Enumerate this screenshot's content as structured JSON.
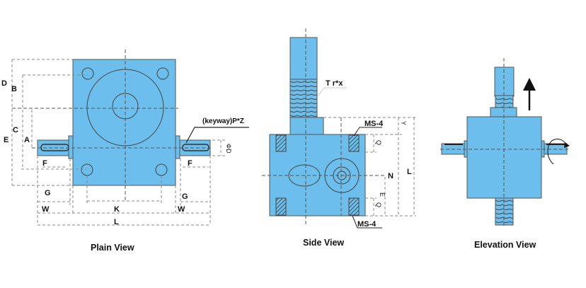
{
  "plain_view": {
    "caption": "Plain View",
    "labels": {
      "D": "D",
      "B": "B",
      "C": "C",
      "E": "E",
      "A": "A",
      "F_left": "F",
      "F_right": "F",
      "G_left": "G",
      "G_right": "G",
      "W_left": "W",
      "W_right": "W",
      "K": "K",
      "L": "L",
      "keyway": "(keyway)P*Z",
      "d_rot": "ΦD"
    }
  },
  "side_view": {
    "caption": "Side View",
    "labels": {
      "thread": "T r*x",
      "ms4_top": "MS-4",
      "ms4_bottom": "MS-4",
      "N": "N",
      "L": "L",
      "Y": "Y",
      "Q_top": "Q",
      "Q_bottom": "Q",
      "E": "E"
    }
  },
  "elevation_view": {
    "caption": "Elevation View"
  },
  "colors": {
    "body": "#6cbfec",
    "line": "#444444"
  }
}
